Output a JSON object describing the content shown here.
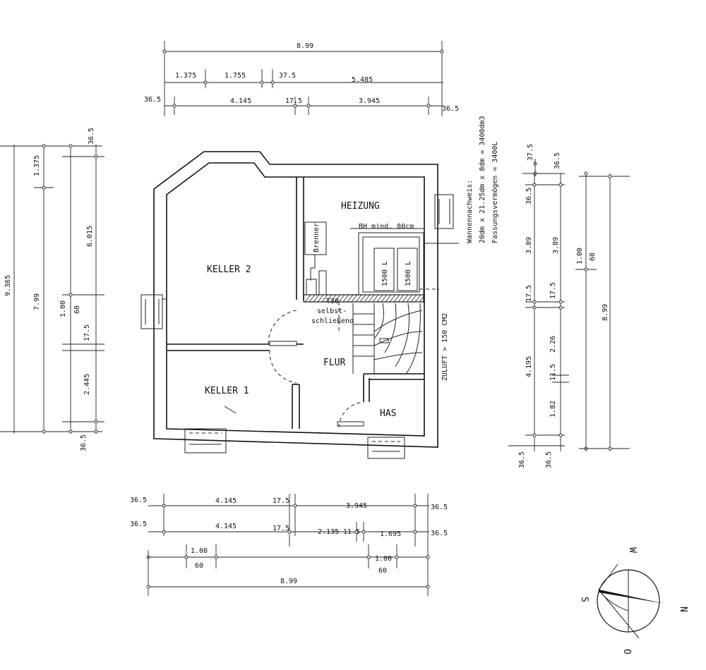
{
  "rooms": {
    "keller2": "KELLER 2",
    "keller1": "KELLER 1",
    "heizung": "HEIZUNG",
    "flur": "FLUR",
    "has": "HAS"
  },
  "labels": {
    "brenner": "Brenner",
    "tank": "1500 L",
    "bh": "BH mind. 80cm",
    "t30": "T30",
    "selbst": "selbst-",
    "schliessend": "schließend",
    "zuluft": "ZULUFT > 150 CM2",
    "wannen1": "Wannennachweis:",
    "wannen2": "20dm x 21.25dm x 8dm = 3400dm3",
    "wannen3": "Fassungsvermögen = 3400L"
  },
  "dims": {
    "top": {
      "total": "8.99",
      "r2": [
        "1.375",
        "1.755",
        "37.5",
        "5.485"
      ],
      "r3": [
        "36.5",
        "4.145",
        "17.5",
        "3.945",
        "36.5"
      ]
    },
    "bottom": {
      "r1": [
        "36.5",
        "4.145",
        "17.5",
        "3.945",
        "36.5"
      ],
      "r2": [
        "36.5",
        "4.145",
        "17.5",
        "2.135",
        "11.5",
        "1.695",
        "36.5"
      ],
      "w1": [
        "1.00",
        "60"
      ],
      "w2": [
        "1.00",
        "60"
      ],
      "total": "8.99"
    },
    "left": {
      "total": "9.365",
      "r2": [
        "1.375",
        "7.99"
      ],
      "r3": [
        "36.5",
        "6.015",
        "1.00",
        "60",
        "17.5",
        "2.445",
        "36.5"
      ]
    },
    "right": {
      "a": [
        "37.5",
        "36.5"
      ],
      "c1": [
        "36.5",
        "3.89",
        "17.5",
        "4.195",
        "36.5"
      ],
      "c2": [
        "3.89",
        "17.5",
        "2.26",
        "11.5",
        "1.82",
        "36.5"
      ],
      "c3": [
        "1.00",
        "60"
      ],
      "total": "8.99"
    }
  },
  "compass": {
    "n": "N",
    "s": "S",
    "w": "W",
    "o": "O"
  }
}
